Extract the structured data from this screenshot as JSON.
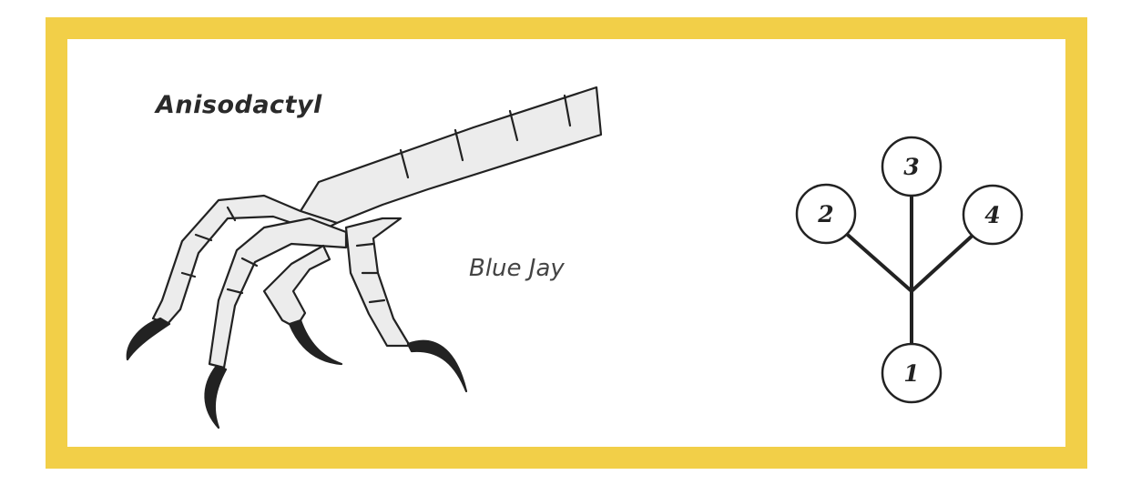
{
  "diagram": {
    "title": "Anisodactyl",
    "species": "Blue Jay",
    "toe_labels": [
      "1",
      "2",
      "3",
      "4"
    ]
  },
  "colors": {
    "frame": "#f2cf48",
    "ink": "#222222",
    "foot_shade": "#e6e6e6"
  }
}
